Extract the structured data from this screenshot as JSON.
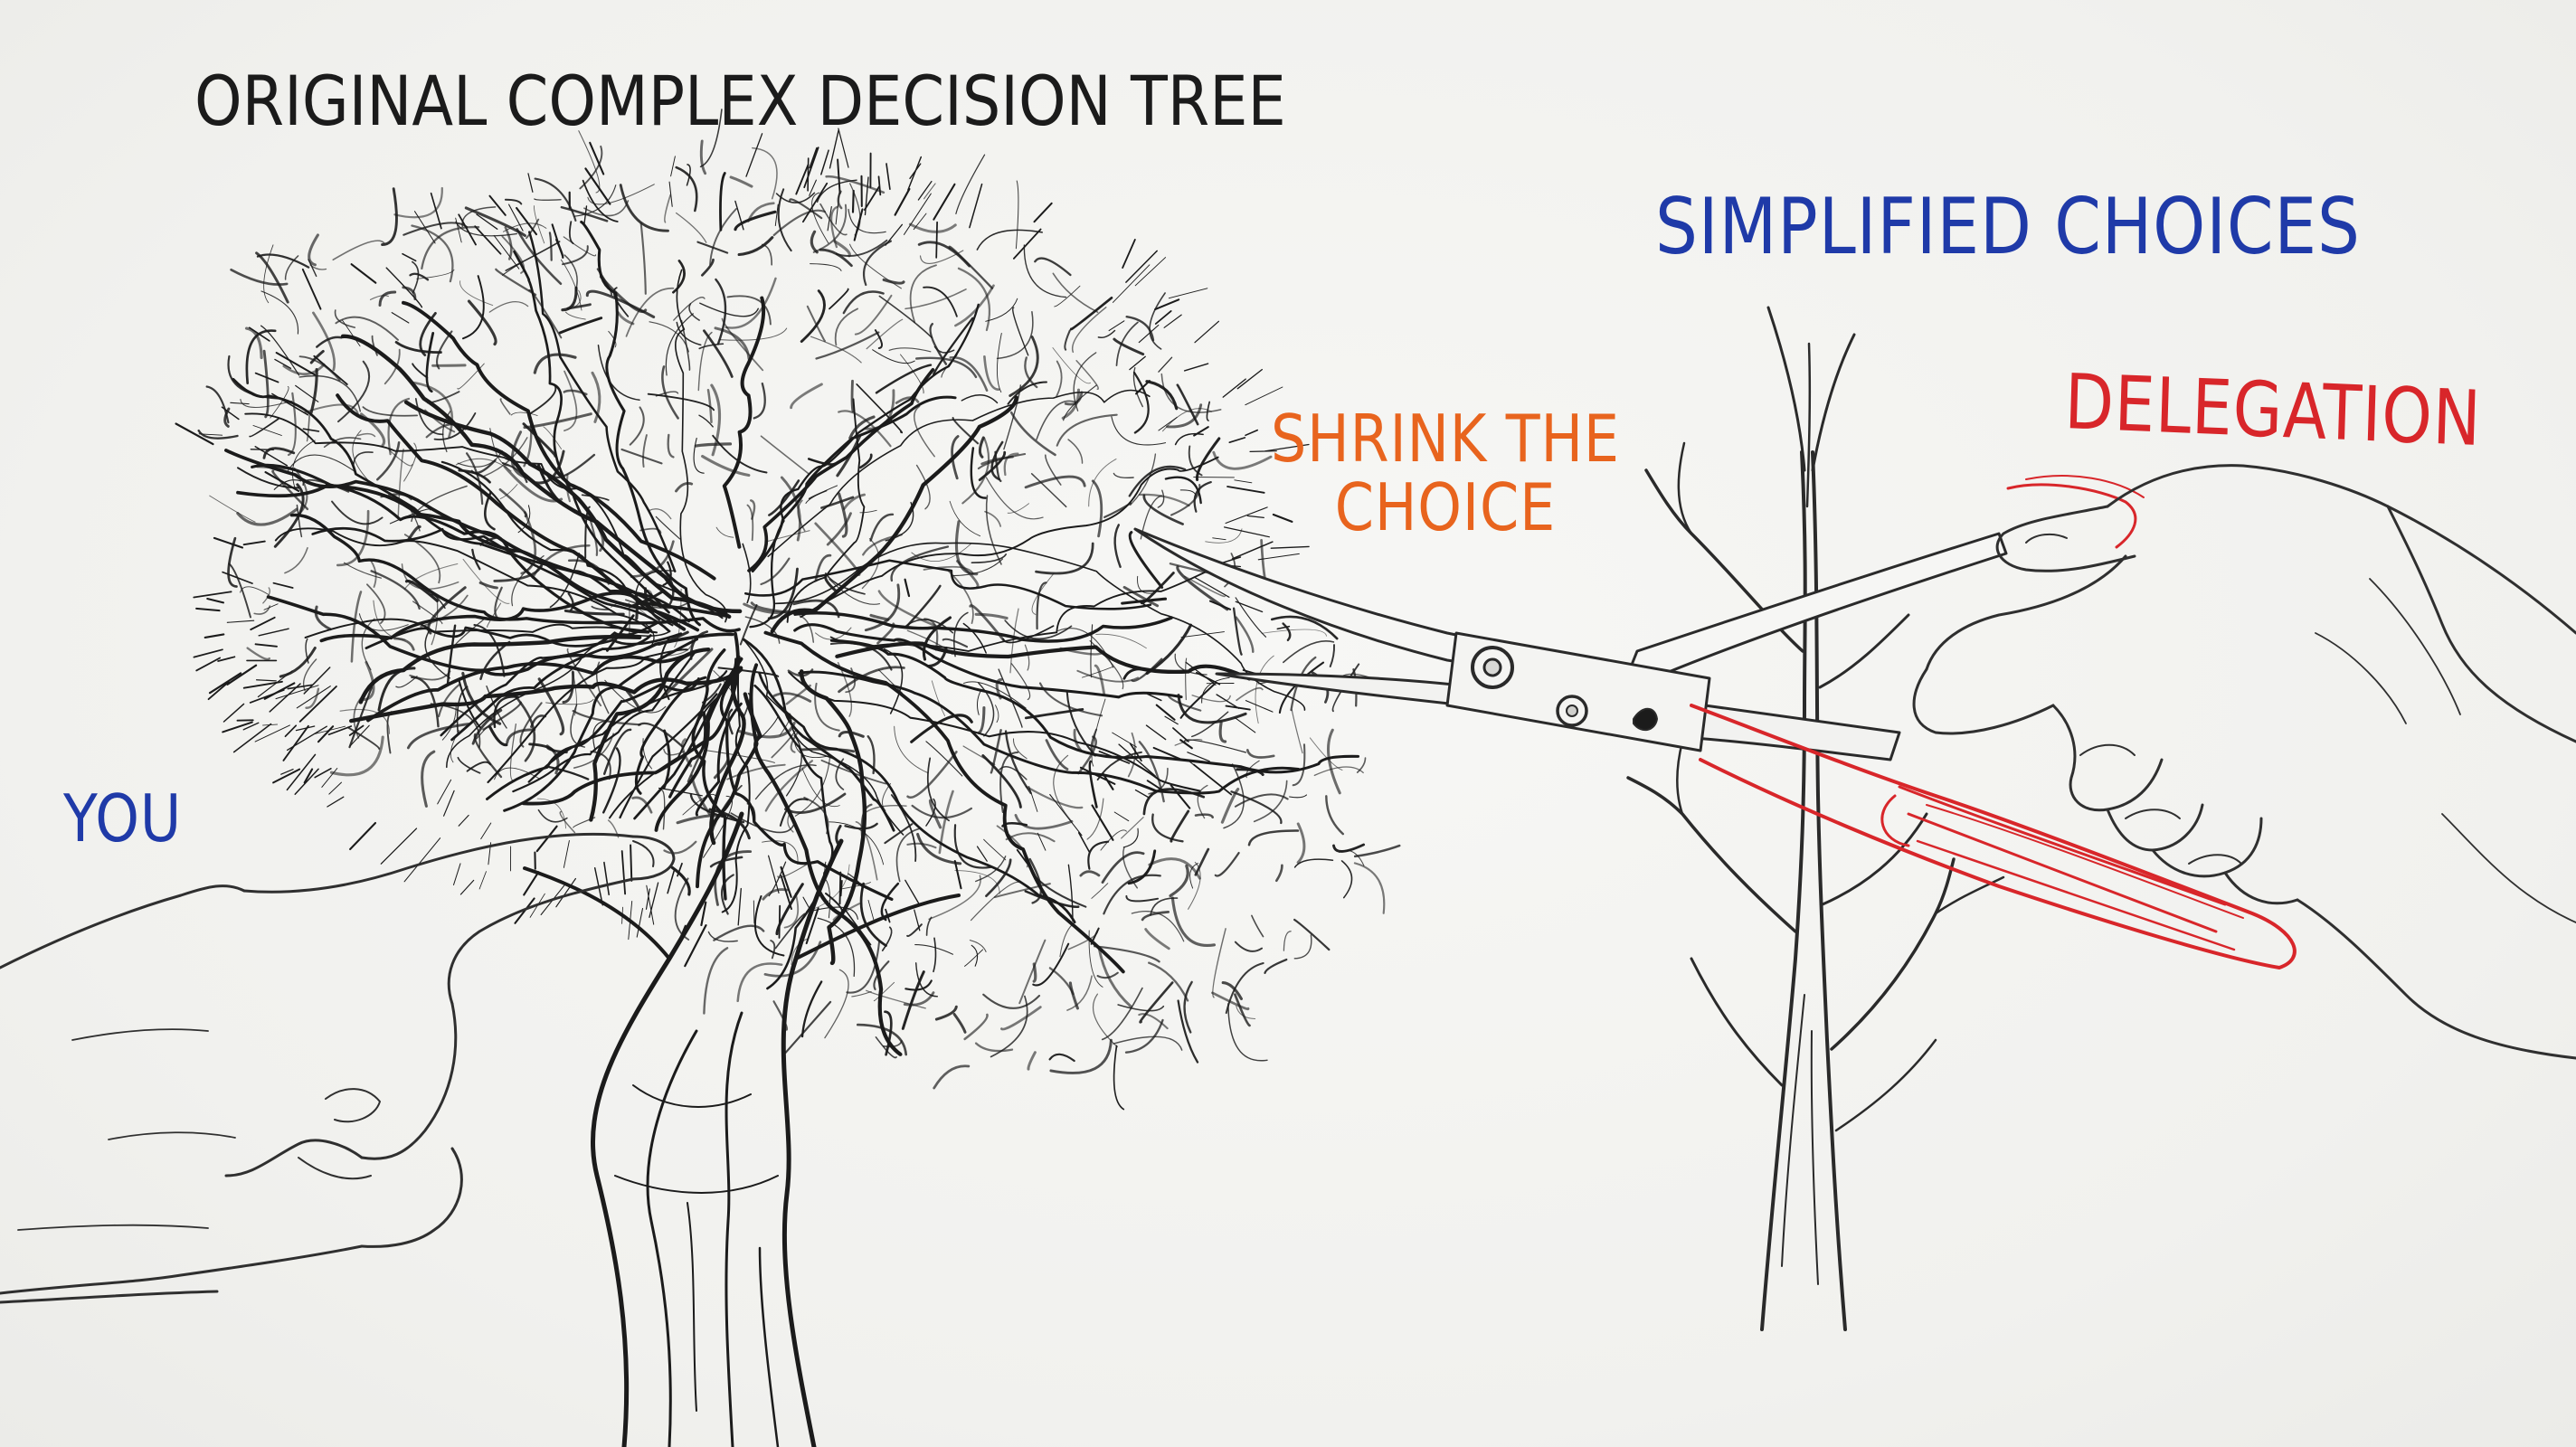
{
  "labels": {
    "title": "ORIGINAL COMPLEX DECISION TREE",
    "simplified": "SIMPLIFIED CHOICES",
    "shrink_line1": "SHRINK THE",
    "shrink_line2": "CHOICE",
    "delegation": "DELEGATION",
    "you": "YOU"
  },
  "colors": {
    "ink": "#1b1b1b",
    "blue": "#1f3aa8",
    "orange": "#e8641e",
    "red": "#d8262a",
    "paper": "#f3f3f1"
  },
  "icons": {
    "tree": "complex-tree-icon",
    "sapling": "simple-tree-icon",
    "scissors": "scissors-icon",
    "pointing_hand": "pointing-hand-icon",
    "holding_hand": "holding-hand-icon"
  }
}
